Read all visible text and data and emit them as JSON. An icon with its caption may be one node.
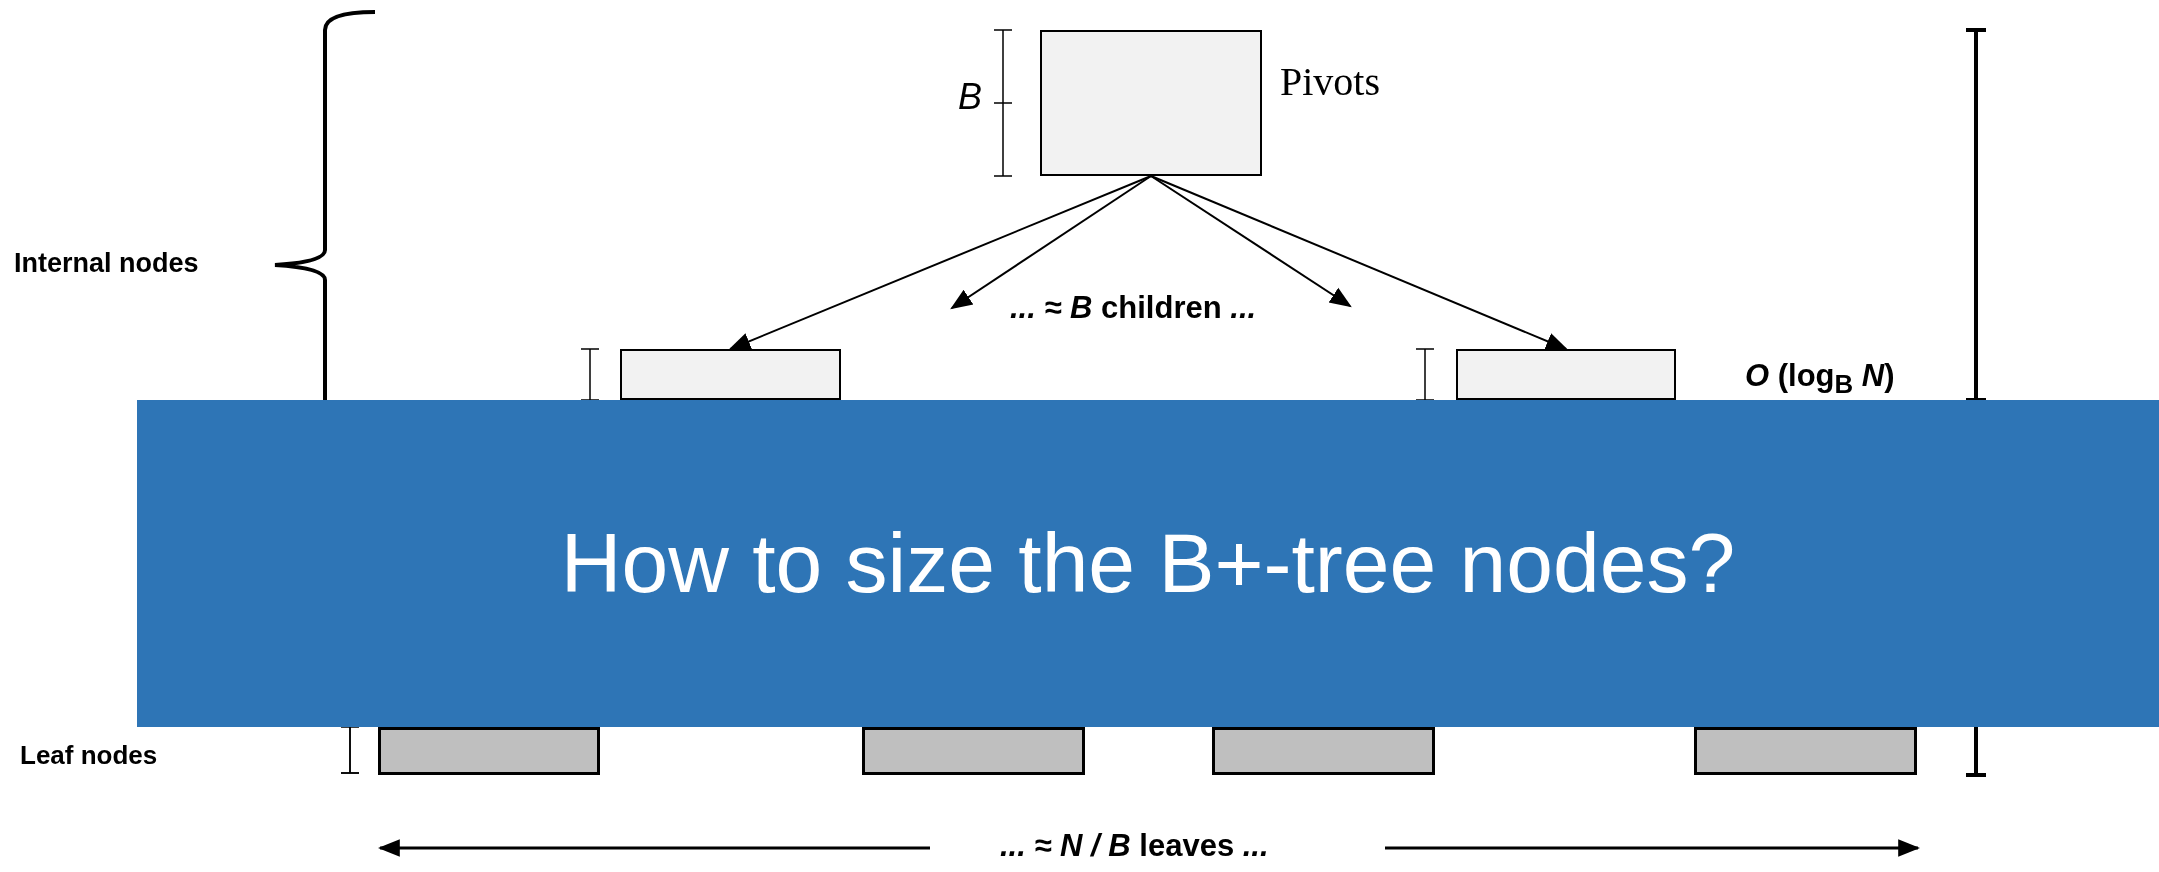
{
  "diagram": {
    "title": "How to size the B+-tree nodes?",
    "nodes": [
      {
        "text": [],
        "shape": "box",
        "beside": [
          "Pivots"
        ]
      },
      {
        "text": [],
        "shape": "box"
      },
      {
        "text": [],
        "shape": "box"
      },
      {
        "text": [],
        "shape": "box"
      },
      {
        "text": [],
        "shape": "box"
      },
      {
        "text": [],
        "shape": "box"
      },
      {
        "text": [],
        "shape": "box"
      }
    ],
    "edges": [
      {
        "from": 0,
        "to": 1,
        "arrow": "to"
      },
      {
        "from": 0,
        "to": null,
        "arrow": "to"
      },
      {
        "from": 0,
        "to": null,
        "arrow": "to"
      },
      {
        "from": 0,
        "to": 2,
        "arrow": "to"
      }
    ],
    "labels": [
      "Internal nodes",
      "B",
      "*... ≈ B* children *...*",
      "*O* (log$_{B}$ *N*)",
      "Leaf nodes",
      "*... ≈ N / B* leaves *...*"
    ]
  }
}
